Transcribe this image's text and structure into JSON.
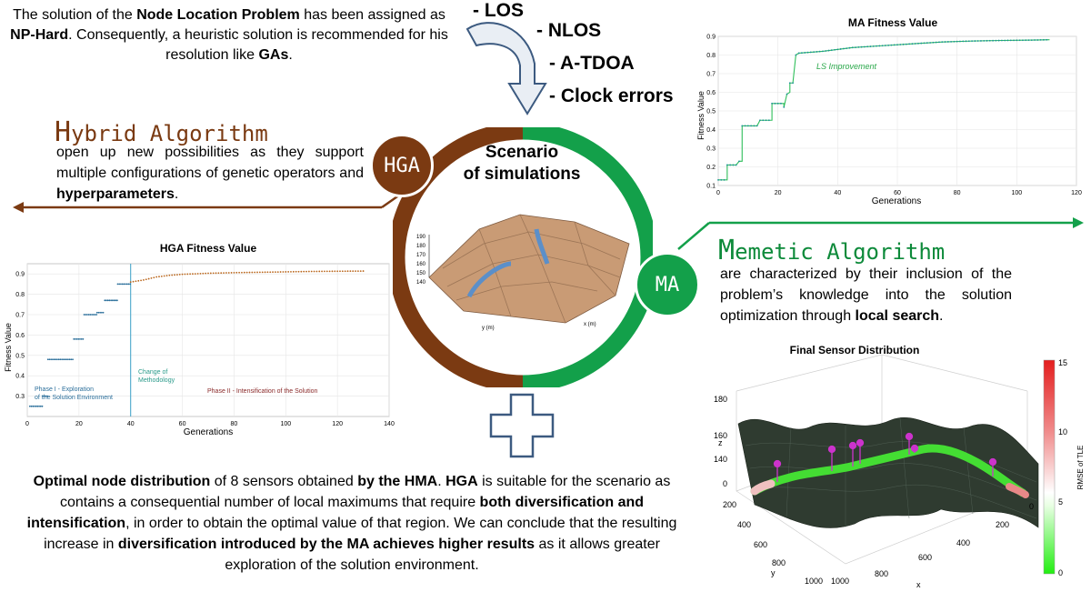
{
  "intro": {
    "p1": "The solution of the ",
    "b1": "Node Location Problem",
    "p2": " has been assigned as ",
    "b2": "NP-Hard",
    "p3": ". Consequently, a heuristic solution is recommended for his resolution like ",
    "b3": "GAs",
    "p4": "."
  },
  "factors": [
    "- LOS",
    "- NLOS",
    "- A-TDOA",
    "- Clock errors"
  ],
  "hga": {
    "title_first": "H",
    "title_rest": "ybrid Algorithm",
    "p1": "open up new possibilities as they support multiple configurations of genetic operators and ",
    "b1": "hyperparameters",
    "p2": ".",
    "badge": "HGA"
  },
  "ma": {
    "title_first": "M",
    "title_rest": "emetic Algorithm",
    "p1": "are characterized by their inclusion of the problem’s knowledge into the solution optimization through ",
    "b1": "local search",
    "p2": ".",
    "badge": "MA"
  },
  "scenario": {
    "line1": "Scenario",
    "line2": "of simulations",
    "surface_y_label": "y (m)",
    "surface_x_label": "x (m)",
    "surface_z_ticks": [
      "190",
      "180",
      "170",
      "160",
      "150",
      "140"
    ]
  },
  "bottom": {
    "b1": "Optimal node distribution",
    "p1": " of 8 sensors obtained ",
    "b2": "by the HMA",
    "p2": ". ",
    "b3": "HGA",
    "p3": " is suitable for the scenario as contains a consequential number of local maximums that require ",
    "b4": "both diversification and intensification",
    "p4": ",  in order to obtain the optimal value of that region. We can conclude that the resulting increase in ",
    "b5": "diversification introduced by the MA achieves higher results",
    "p5": " as it allows greater exploration of the solution environment."
  },
  "colors": {
    "brown": "#7b3a12",
    "green": "#13a04a",
    "hga_marker": "#2a6e9a",
    "hga_phase2_marker": "#b9651a",
    "ma_marker": "#1f8f9a",
    "surface_top": "#c99b75",
    "sensor_surface": "#2f3b30",
    "sensor_magenta": "#cc33cc"
  },
  "chart_data": [
    {
      "id": "hga",
      "type": "scatter",
      "title": "HGA Fitness Value",
      "xlabel": "Generations",
      "ylabel": "Fitness Value",
      "xlim": [
        0,
        140
      ],
      "ylim": [
        0.2,
        0.95
      ],
      "xticks": [
        "0",
        "20",
        "40",
        "60",
        "80",
        "100",
        "120",
        "140"
      ],
      "yticks": [
        "0.3",
        "0.4",
        "0.5",
        "0.6",
        "0.7",
        "0.8",
        "0.9"
      ],
      "divider_x": 40,
      "annotations": {
        "phase1_l1": "Phase I - Exploration",
        "phase1_l2": "of the Solution Environment",
        "change_l1": "Change of",
        "change_l2": "Methodology",
        "phase2": "Phase II - Intensification of the Solution"
      },
      "steps": [
        [
          1,
          6,
          0.25
        ],
        [
          6,
          8,
          0.3
        ],
        [
          8,
          18,
          0.48
        ],
        [
          18,
          22,
          0.58
        ],
        [
          22,
          27,
          0.7
        ],
        [
          27,
          30,
          0.71
        ],
        [
          30,
          35,
          0.77
        ],
        [
          35,
          40,
          0.85
        ]
      ],
      "phase2": [
        [
          40,
          0.86
        ],
        [
          45,
          0.87
        ],
        [
          50,
          0.885
        ],
        [
          55,
          0.893
        ],
        [
          60,
          0.898
        ],
        [
          70,
          0.903
        ],
        [
          80,
          0.906
        ],
        [
          90,
          0.908
        ],
        [
          100,
          0.91
        ],
        [
          110,
          0.912
        ],
        [
          120,
          0.913
        ],
        [
          131,
          0.914
        ]
      ]
    },
    {
      "id": "ma",
      "type": "line",
      "title": "MA Fitness Value",
      "xlabel": "Generations",
      "ylabel": "Fitness Value",
      "xlim": [
        0,
        120
      ],
      "ylim": [
        0.1,
        0.9
      ],
      "xticks": [
        "0",
        "20",
        "40",
        "60",
        "80",
        "100",
        "120"
      ],
      "yticks": [
        "0.1",
        "0.2",
        "0.3",
        "0.4",
        "0.5",
        "0.6",
        "0.7",
        "0.8",
        "0.9"
      ],
      "annotation": "LS Improvement",
      "points": [
        [
          0,
          0.13
        ],
        [
          3,
          0.13
        ],
        [
          3,
          0.21
        ],
        [
          6,
          0.21
        ],
        [
          7,
          0.23
        ],
        [
          8,
          0.23
        ],
        [
          8,
          0.42
        ],
        [
          13,
          0.42
        ],
        [
          14,
          0.45
        ],
        [
          18,
          0.45
        ],
        [
          18,
          0.54
        ],
        [
          22,
          0.54
        ],
        [
          22,
          0.52
        ],
        [
          23,
          0.59
        ],
        [
          24,
          0.6
        ],
        [
          24,
          0.65
        ],
        [
          25,
          0.65
        ],
        [
          26,
          0.8
        ],
        [
          27,
          0.81
        ],
        [
          35,
          0.82
        ],
        [
          45,
          0.84
        ],
        [
          55,
          0.85
        ],
        [
          65,
          0.86
        ],
        [
          75,
          0.87
        ],
        [
          85,
          0.875
        ],
        [
          95,
          0.878
        ],
        [
          105,
          0.88
        ],
        [
          111,
          0.882
        ]
      ]
    },
    {
      "id": "sensor",
      "type": "surface",
      "title": "Final Sensor Distribution",
      "zlabel": "z",
      "ylabel": "y",
      "xlabel": "x",
      "colorbar_label": "RMSE of TLE",
      "colorbar_ticks": [
        "15",
        "10",
        "5",
        "0"
      ],
      "z_ticks": [
        "180",
        "160",
        "140"
      ],
      "y_ticks": [
        "0",
        "200",
        "400",
        "600",
        "800",
        "1000"
      ],
      "x_ticks": [
        "1000",
        "800",
        "600",
        "400",
        "200",
        "0"
      ]
    }
  ]
}
